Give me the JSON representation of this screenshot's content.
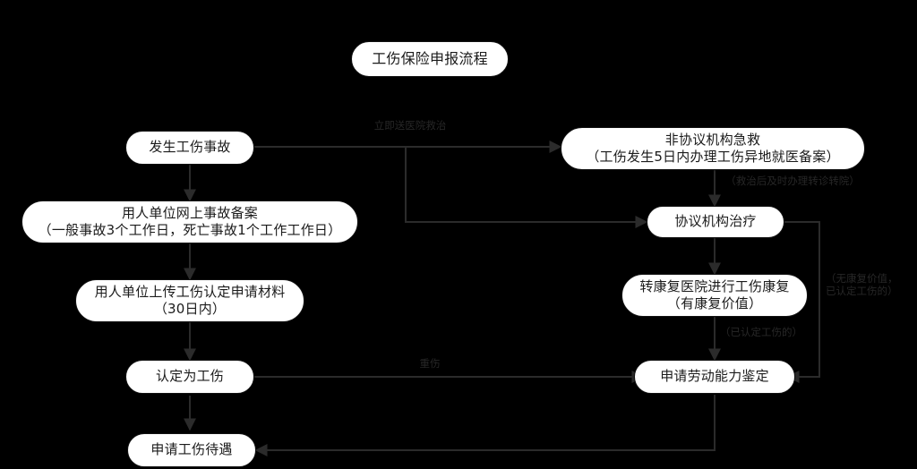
{
  "diagram": {
    "type": "flowchart",
    "title": "工伤保险申报流程",
    "background_color": "#000000",
    "node_fill": "#ffffff",
    "node_stroke": "#111111",
    "edge_color": "#2b2b2b",
    "nodes": [
      {
        "id": "title",
        "line1": "工伤保险申报流程",
        "line2": ""
      },
      {
        "id": "accident",
        "line1": "发生工伤事故",
        "line2": ""
      },
      {
        "id": "nonagency",
        "line1": "非协议机构急救",
        "line2": "（工伤发生5日内办理工伤异地就医备案）"
      },
      {
        "id": "online-file",
        "line1": "用人单位网上事故备案",
        "line2": "（一般事故3个工作日，死亡事故1个工作工作日）"
      },
      {
        "id": "agency",
        "line1": "协议机构治疗",
        "line2": ""
      },
      {
        "id": "upload",
        "line1": "用人单位上传工伤认定申请材料",
        "line2": "（30日内）"
      },
      {
        "id": "rehab",
        "line1": "转康复医院进行工伤康复",
        "line2": "（有康复价值）"
      },
      {
        "id": "confirmed",
        "line1": "认定为工伤",
        "line2": ""
      },
      {
        "id": "appraisal",
        "line1": "申请劳动能力鉴定",
        "line2": ""
      },
      {
        "id": "benefits",
        "line1": "申请工伤待遇",
        "line2": ""
      }
    ],
    "edge_labels": [
      {
        "id": "to-emergency",
        "line1": "立即送医院救治",
        "line2": ""
      },
      {
        "id": "to-agency",
        "line1": "（救治后及时办理转诊转院）",
        "line2": ""
      },
      {
        "id": "rehab-done",
        "line1": "（已认定工伤的）",
        "line2": ""
      },
      {
        "id": "no-rehab",
        "line1": "（无康复价值，",
        "line2": "已认定工伤的）"
      },
      {
        "id": "injury",
        "line1": "重伤",
        "line2": ""
      }
    ]
  }
}
